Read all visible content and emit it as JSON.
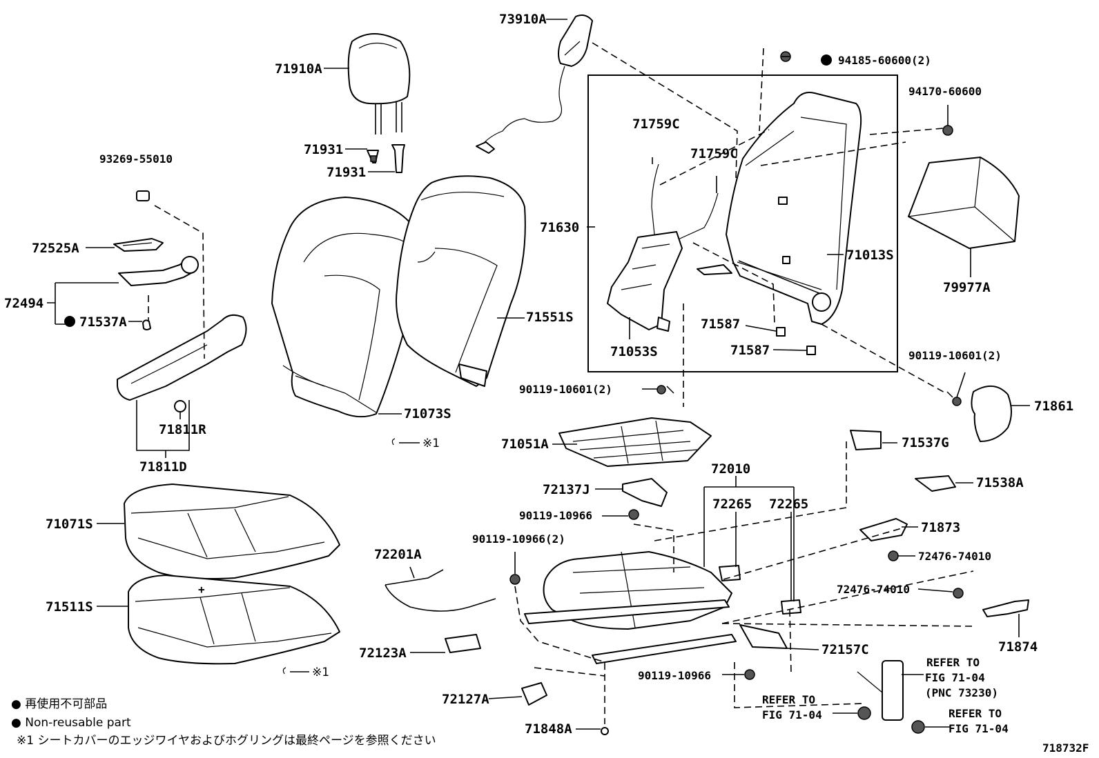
{
  "diagram_id": "718732F",
  "parts": {
    "p73910A": "73910A",
    "p71910A": "71910A",
    "p71931a": "71931",
    "p71931b": "71931",
    "p93269": "93269-55010",
    "p72525A": "72525A",
    "p72494": "72494",
    "p71537A": "71537A",
    "p71811R": "71811R",
    "p71811D": "71811D",
    "p71551S": "71551S",
    "p71073S": "71073S",
    "p71759Ca": "71759C",
    "p71759Cb": "71759C",
    "p71630": "71630",
    "p71013S": "71013S",
    "p71053S": "71053S",
    "p71587a": "71587",
    "p71587b": "71587",
    "p94185": "94185-60600(2)",
    "p94170": "94170-60600",
    "p79977A": "79977A",
    "p90119_10601a": "90119-10601(2)",
    "p90119_10601b": "90119-10601(2)",
    "p71861": "71861",
    "p71051A": "71051A",
    "p71537G": "71537G",
    "p72010": "72010",
    "p72137J": "72137J",
    "p72265a": "72265",
    "p72265b": "72265",
    "p71538A": "71538A",
    "p90119_10966a": "90119-10966",
    "p90119_10966b": "90119-10966(2)",
    "p90119_10966c": "90119-10966",
    "p71873": "71873",
    "p72476a": "72476-74010",
    "p72476b": "72476-74010",
    "p71071S": "71071S",
    "p72201A": "72201A",
    "p71511S": "71511S",
    "p71874": "71874",
    "p72123A": "72123A",
    "p72157C": "72157C",
    "p72127A": "72127A",
    "p71848A": "71848A"
  },
  "refs": {
    "refer1_line1": "REFER TO",
    "refer1_line2": "FIG 71-04",
    "refer1_line3": "(PNC 73230)",
    "refer2_line1": "REFER TO",
    "refer2_line2": "FIG 71-04",
    "refer3_line1": "REFER TO",
    "refer3_line2": "FIG 71-04"
  },
  "notes": {
    "mark1_a": "※1",
    "mark1_b": "※1",
    "legend_jp": "● 再使用不可部品",
    "legend_en": "● Non-reusable part",
    "footnote": "※1 シートカバーのエッジワイヤおよびホグリングは最終ページを参照ください"
  }
}
